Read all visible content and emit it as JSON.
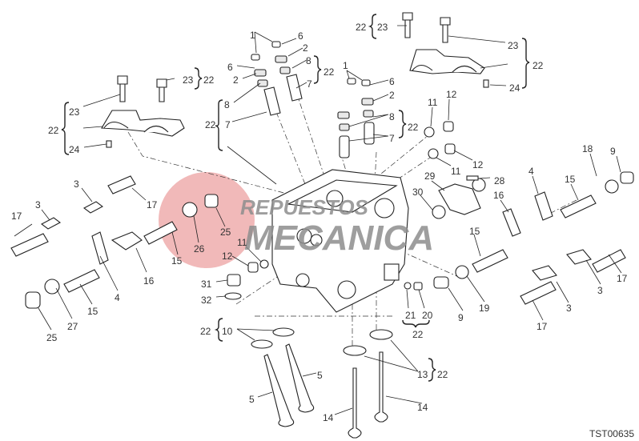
{
  "diagram": {
    "title": "Cylinder head exploded view",
    "drawing_code": "TST00635",
    "watermark": {
      "line1": "REPUESTOS",
      "line2": "MECANICA",
      "color": "#e88a8a"
    },
    "callouts": [
      "1",
      "6",
      "2",
      "8",
      "22",
      "7",
      "6",
      "2",
      "8",
      "22",
      "7",
      "23",
      "22",
      "24",
      "23",
      "22",
      "22",
      "23",
      "23",
      "22",
      "24",
      "1",
      "6",
      "2",
      "8",
      "22",
      "7",
      "11",
      "12",
      "12",
      "11",
      "28",
      "29",
      "30",
      "16",
      "4",
      "15",
      "18",
      "9",
      "3",
      "17",
      "3",
      "17",
      "26",
      "25",
      "15",
      "11",
      "12",
      "16",
      "4",
      "15",
      "27",
      "25",
      "31",
      "32",
      "22",
      "10",
      "5",
      "5",
      "21",
      "20",
      "22",
      "9",
      "19",
      "15",
      "3",
      "17",
      "3",
      "17",
      "13",
      "22",
      "14",
      "14"
    ]
  }
}
